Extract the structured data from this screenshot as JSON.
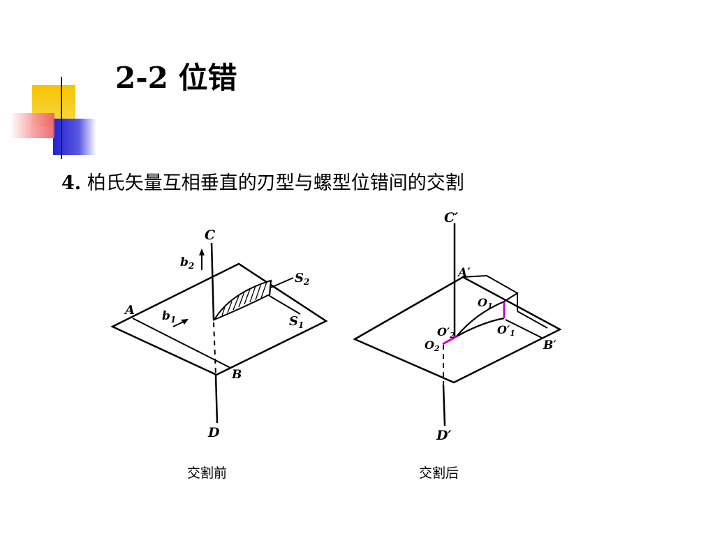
{
  "title": "2-2 位错",
  "subtitle": {
    "number": "4.",
    "text": "柏氏矢量互相垂直的刃型与螺型位错间的交割"
  },
  "figures": {
    "before": {
      "caption": "交割前",
      "labels": {
        "C": "C",
        "D": "D",
        "A": "A",
        "B": "B",
        "b2": "b",
        "b2_sub": "2",
        "b1": "b",
        "b1_sub": "1",
        "S2": "S",
        "S2_sub": "2",
        "S1": "S",
        "S1_sub": "1"
      }
    },
    "after": {
      "caption": "交割后",
      "labels": {
        "C": "C′",
        "D": "D′",
        "A": "A′",
        "B": "B′",
        "O1": "O",
        "O1_sub": "1",
        "O1p": "O′",
        "O1p_sub": "1",
        "O2p": "O′",
        "O2p_sub": "2",
        "O2": "O",
        "O2_sub": "2"
      }
    }
  },
  "colors": {
    "yellow_square": "#f5c400",
    "blue_square": "#2b2bd9",
    "red_square": "#f2707a",
    "jog_highlight": "#cc00cc"
  }
}
